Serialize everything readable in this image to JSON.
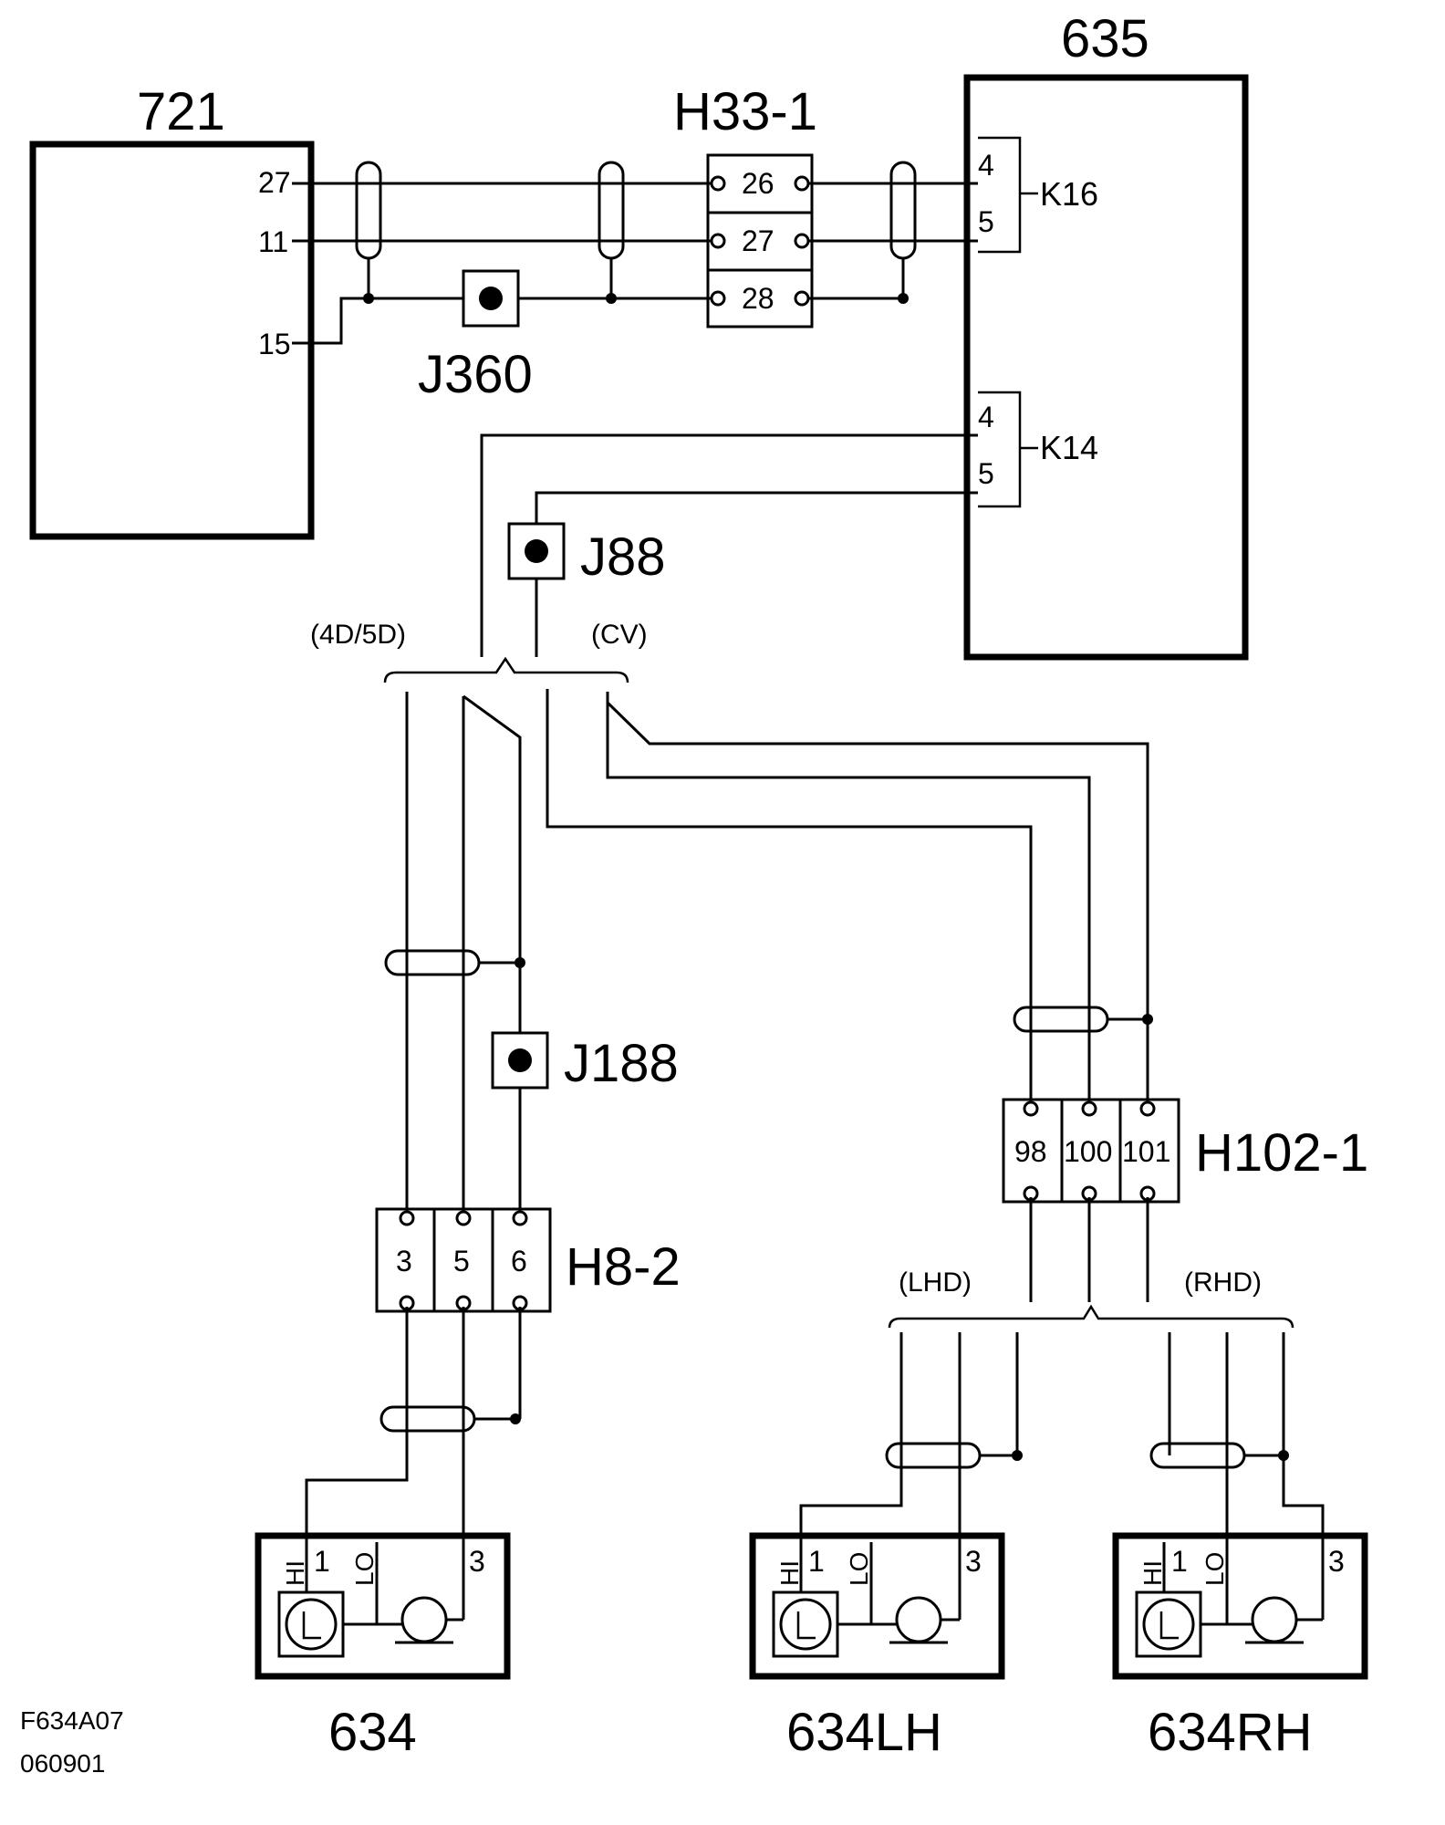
{
  "components": {
    "ecu_721": "721",
    "module_635": "635",
    "connector_h33": "H33-1",
    "splice_j360": "J360",
    "splice_j88": "J88",
    "splice_j188": "J188",
    "connector_h8": "H8-2",
    "connector_h102": "H102-1",
    "sensor_634": "634",
    "sensor_634lh": "634LH",
    "sensor_634rh": "634RH"
  },
  "pins_721": [
    "27",
    "11",
    "15"
  ],
  "h33_pins": [
    "26",
    "27",
    "28"
  ],
  "k16": {
    "label": "K16",
    "pins": [
      "4",
      "5"
    ]
  },
  "k14": {
    "label": "K14",
    "pins": [
      "4",
      "5"
    ]
  },
  "h8_pins": [
    "3",
    "5",
    "6"
  ],
  "h102_pins": [
    "98",
    "100",
    "101"
  ],
  "variants": {
    "body_4d5d": "(4D/5D)",
    "body_cv": "(CV)",
    "lhd": "(LHD)",
    "rhd": "(RHD)"
  },
  "sensor_pins": {
    "hi": "HI",
    "lo": "LO",
    "p1": "1",
    "p3": "3"
  },
  "footer": {
    "ref": "F634A07",
    "date": "060901"
  }
}
